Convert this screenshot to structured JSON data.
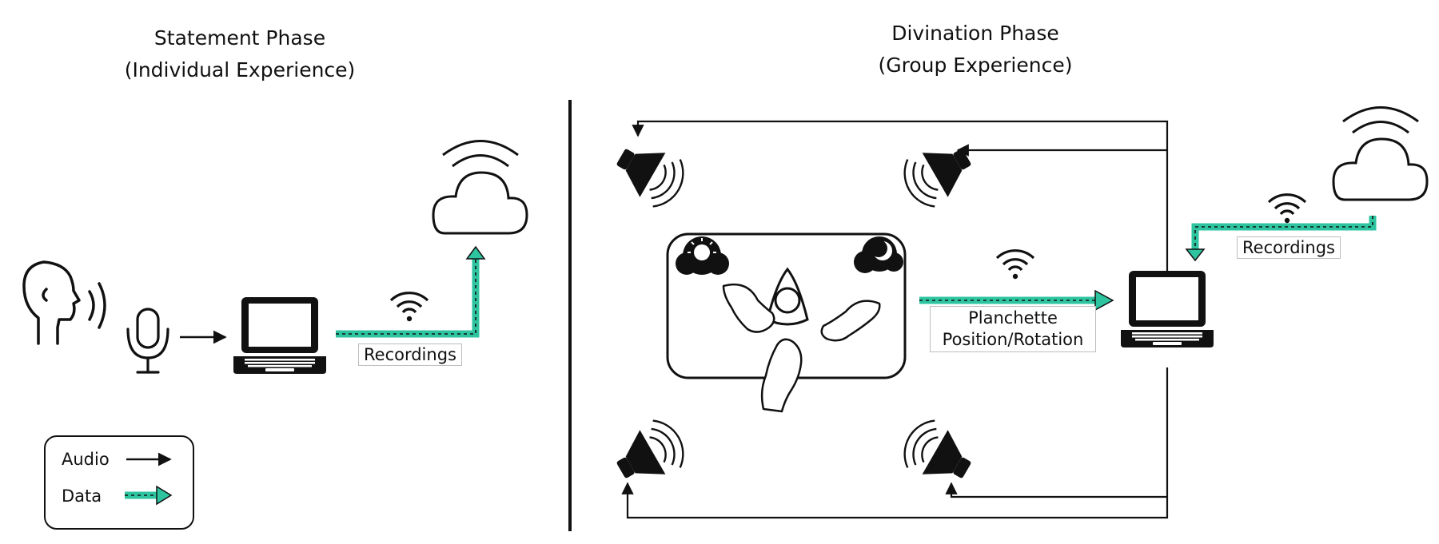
{
  "statement_phase": {
    "title": "Statement Phase",
    "subtitle": "(Individual Experience)"
  },
  "divination_phase": {
    "title": "Divination Phase",
    "subtitle": "(Group Experience)"
  },
  "labels": {
    "recordings_left": "Recordings",
    "recordings_right": "Recordings",
    "planchette_line1": "Planchette",
    "planchette_line2": "Position/Rotation"
  },
  "legend": {
    "audio": "Audio",
    "data": "Data"
  },
  "colors": {
    "data_arrow": "#2ec4a0",
    "line": "#111111"
  }
}
